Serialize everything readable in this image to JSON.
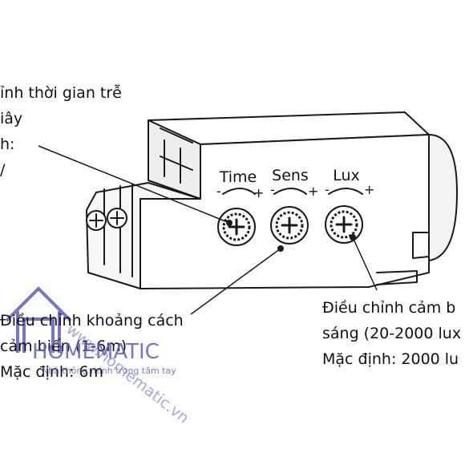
{
  "annotations": {
    "time_note": {
      "line1": "ỉnh thời gian trễ",
      "line2": "iây",
      "line3": "h:",
      "line4": "/"
    },
    "sens_note": {
      "line1": "Điều chỉnh khoảng cách",
      "line2": "cảm biến (1-6m)",
      "line3": "Mặc định: 6m"
    },
    "lux_note": {
      "line1": "Điều chỉnh cảm b",
      "line2": "sáng (20-2000 lux",
      "line3": "Mặc định: 2000 lu"
    }
  },
  "knobs": [
    {
      "label": "Time",
      "minus": "-",
      "plus": "+"
    },
    {
      "label": "Sens",
      "minus": "-",
      "plus": "+"
    },
    {
      "label": "Lux",
      "minus": "-",
      "plus": "+"
    }
  ],
  "watermark": {
    "brand_home": "HOME",
    "brand_matic": "MATIC",
    "tagline": "Nhà thông minh trong tầm tay",
    "url": "www.homematic.vn",
    "color": "#5b5fc0"
  }
}
